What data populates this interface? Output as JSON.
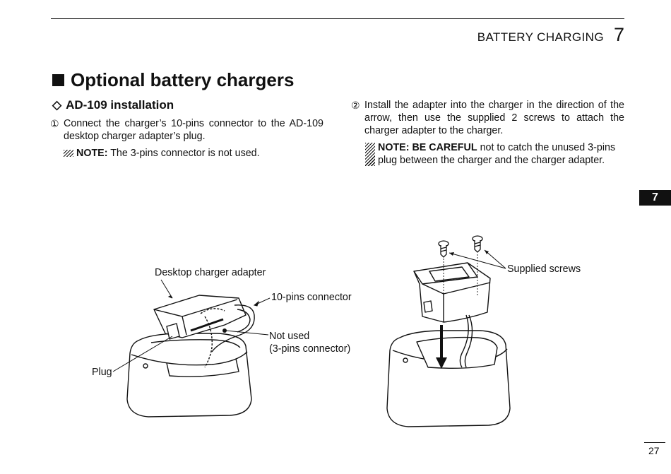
{
  "header": {
    "section": "BATTERY CHARGING",
    "chapter_number": "7"
  },
  "title": "Optional battery chargers",
  "subsection": {
    "symbol": "◇",
    "title": "AD-109 installation"
  },
  "steps": [
    {
      "marker": "①",
      "text": "Connect the charger’s 10-pins connector to the AD-109 desktop charger adapter’s plug."
    },
    {
      "marker": "②",
      "text": "Install the adapter into the charger in the direction of the arrow, then use the supplied 2 screws to attach the charger adapter to the charger."
    }
  ],
  "notes": [
    {
      "label": "NOTE:",
      "text": " The 3-pins connector is not used."
    },
    {
      "label": "NOTE: BE CAREFUL",
      "text": " not to catch the unused 3-pins plug between the charger and the charger adapter."
    }
  ],
  "figure_labels": {
    "desktop_charger_adapter": "Desktop charger adapter",
    "ten_pins_connector": "10-pins connector",
    "not_used_line1": "Not used",
    "not_used_line2": "(3-pins connector)",
    "plug": "Plug",
    "supplied_screws": "Supplied screws"
  },
  "side_tab": "7",
  "page_number": "27"
}
